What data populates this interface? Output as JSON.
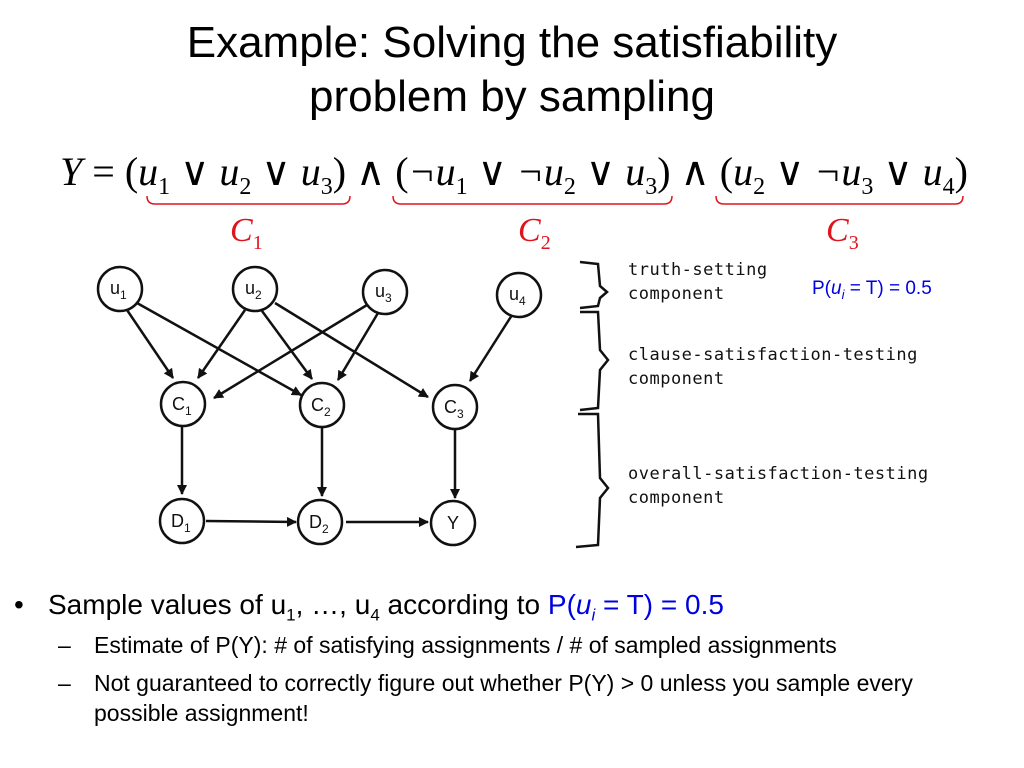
{
  "slide": {
    "title_line1": "Example: Solving the satisfiability",
    "title_line2": "problem by sampling"
  },
  "formula": {
    "lhs": "Y",
    "eq": "=",
    "clause1": [
      "u",
      "1",
      "u",
      "2",
      "u",
      "3"
    ],
    "clause2": [
      "¬u",
      "1",
      "¬u",
      "2",
      "u",
      "3"
    ],
    "clause3": [
      "u",
      "2",
      "¬u",
      "3",
      "u",
      "4"
    ]
  },
  "clause_labels": [
    {
      "letter": "C",
      "sub": "1"
    },
    {
      "letter": "C",
      "sub": "2"
    },
    {
      "letter": "C",
      "sub": "3"
    }
  ],
  "nodes": {
    "u1": {
      "main": "u",
      "sub": "1"
    },
    "u2": {
      "main": "u",
      "sub": "2"
    },
    "u3": {
      "main": "u",
      "sub": "3"
    },
    "u4": {
      "main": "u",
      "sub": "4"
    },
    "c1": {
      "main": "C",
      "sub": "1"
    },
    "c2": {
      "main": "C",
      "sub": "2"
    },
    "c3": {
      "main": "C",
      "sub": "3"
    },
    "d1": {
      "main": "D",
      "sub": "1"
    },
    "d2": {
      "main": "D",
      "sub": "2"
    },
    "y": {
      "main": "Y",
      "sub": ""
    }
  },
  "components": {
    "truth_line1": "truth-setting",
    "truth_line2": "component",
    "clause_line1": "clause-satisfaction-testing",
    "clause_line2": "component",
    "overall_line1": "overall-satisfaction-testing",
    "overall_line2": "component"
  },
  "prob_note": {
    "prefix": "P(",
    "var": "u",
    "sub": "i",
    "suffix": " = T) = 0.5"
  },
  "bullets": {
    "main_pre": "Sample values of u",
    "main_sub1": "1",
    "main_mid": ", …, u",
    "main_sub4": "4",
    "main_post": " according to ",
    "main_prob_prefix": "P(",
    "main_prob_var": "u",
    "main_prob_sub": "i",
    "main_prob_suffix": " = T) = 0.5",
    "sub1": "Estimate of P(Y): # of satisfying assignments / # of sampled assignments",
    "sub2": "Not guaranteed to correctly figure out whether P(Y) > 0 unless you sample every possible assignment!"
  },
  "colors": {
    "clause_red": "#e0141e",
    "prob_blue": "#0000e0"
  }
}
